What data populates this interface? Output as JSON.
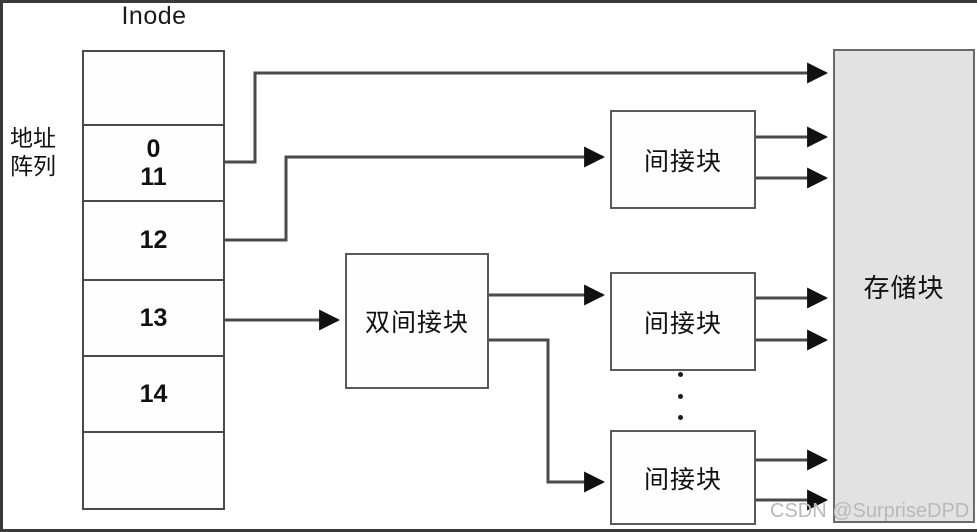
{
  "diagram": {
    "title": "Inode",
    "watermark": "CSDN @SurpriseDPD",
    "colors": {
      "line": "#4a4a4a",
      "box_border": "#5a5a5a",
      "box_fill": "#fefefe",
      "storage_fill": "#e2e2e2",
      "text": "#111111",
      "watermark": "#b9b9b9"
    },
    "side_label": {
      "line1": "地址",
      "line2": "阵列"
    },
    "inode": {
      "title": "Inode",
      "rows": [
        {
          "name": "header-row",
          "line1": "",
          "line2": ""
        },
        {
          "name": "direct-range-row",
          "line1": "0",
          "line2": "11"
        },
        {
          "name": "indirect-row",
          "line1": "12",
          "line2": ""
        },
        {
          "name": "double-indirect-row",
          "line1": "13",
          "line2": ""
        },
        {
          "name": "triple-indirect-row",
          "line1": "14",
          "line2": ""
        },
        {
          "name": "footer-row",
          "line1": "",
          "line2": ""
        }
      ]
    },
    "nodes": {
      "double_indirect_block": "双间接块",
      "indirect_block_1": "间接块",
      "indirect_block_2": "间接块",
      "indirect_block_3": "间接块",
      "storage_block": "存储块"
    },
    "ellipsis": "⋮"
  }
}
